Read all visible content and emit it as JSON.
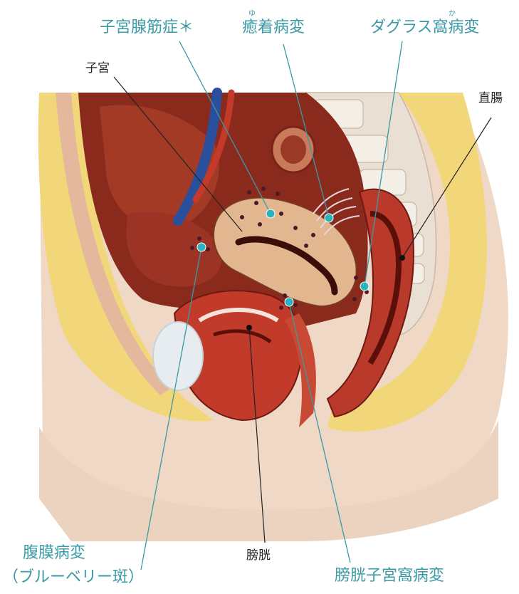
{
  "labels": {
    "adenomyosis": "子宮腺筋症＊",
    "adhesion": "癒着病変",
    "ruby_yu": "ゆ",
    "douglas": "ダグラス窩病変",
    "ruby_ka": "か",
    "uterus": "子宮",
    "rectum": "直腸",
    "peritoneal_1": "腹膜病変",
    "peritoneal_2": "（ブルーベリー斑）",
    "bladder": "膀胱",
    "vesicouterine": "膀胱子宮窩病変"
  },
  "colors": {
    "label_accent": "#3a9aa6",
    "marker": "#2bb3be",
    "text_dark": "#222222"
  }
}
